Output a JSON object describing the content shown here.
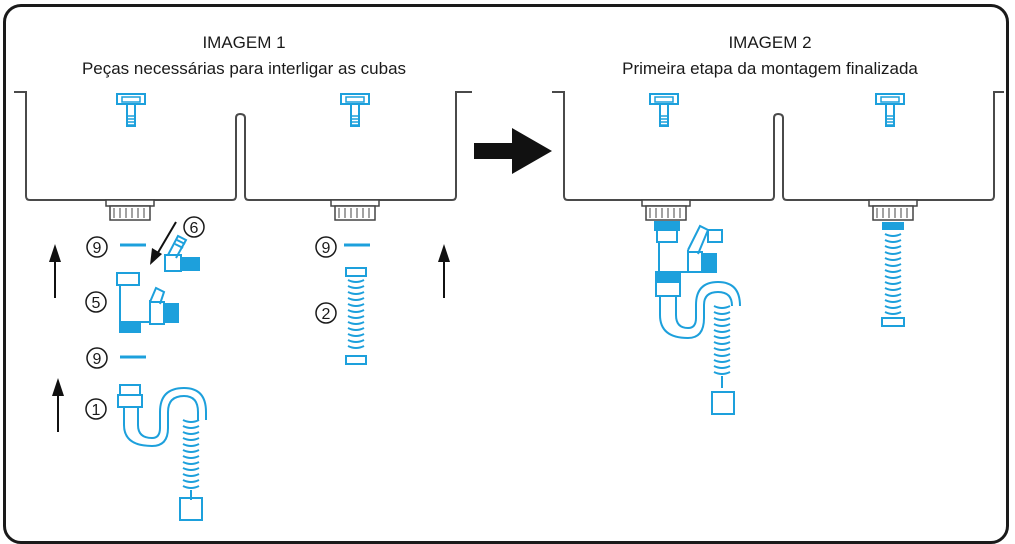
{
  "image1": {
    "title": "IMAGEM 1",
    "subtitle": "Peças necessárias para interligar as cubas"
  },
  "image2": {
    "title": "IMAGEM 2",
    "subtitle": "Primeira etapa da montagem finalizada"
  },
  "part_labels": {
    "p9a": "9",
    "p6": "6",
    "p5": "5",
    "p9b": "9",
    "p1": "1",
    "p9c": "9",
    "p2": "2"
  },
  "colors": {
    "part": "#1da0dc",
    "outline": "#4a4a4a",
    "arrow": "#111111"
  },
  "icons": [
    "sink-basin",
    "drain-valve",
    "arrow-up-icon",
    "arrow-right-icon",
    "siphon",
    "flex-hose"
  ]
}
